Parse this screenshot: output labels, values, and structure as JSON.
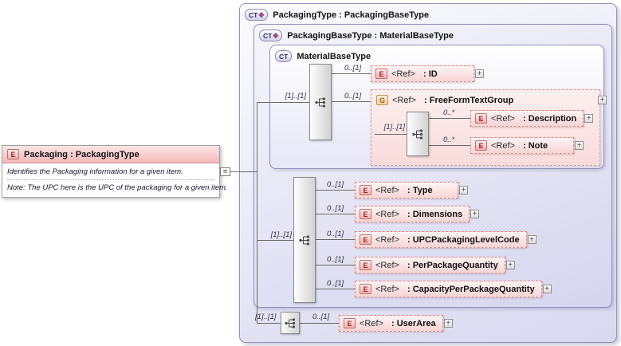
{
  "icons": {
    "complex_type": "◆",
    "expander": "+",
    "reference": "="
  },
  "colors": {
    "element_fill": "#f8d4d4",
    "element_border": "#d98c8c",
    "container_fill": "#d8d8f0",
    "container_border": "#9191bb",
    "group_fill": "#f9dcdc",
    "line": "#6a6a6a",
    "badge_element_text": "#a32020",
    "badge_group_text": "#b05a10"
  },
  "packaging": {
    "badge": "E",
    "title": "Packaging : PackagingType",
    "doc_lines": [
      "Identifies the Packaging information for a given item.",
      "Note: The UPC here is the UPC of the packaging for a given item."
    ]
  },
  "boxes": {
    "packaging_type": {
      "badge": "CT",
      "title": "PackagingType : PackagingBaseType"
    },
    "packaging_base_type": {
      "badge": "CT",
      "title": "PackagingBaseType : MaterialBaseType"
    },
    "material_base_type": {
      "badge": "CT",
      "title": "MaterialBaseType"
    }
  },
  "material_compositor": {
    "cardinality": "[1]..[1]"
  },
  "material_children": [
    {
      "cardinality": "0..[1]",
      "badge": "E",
      "ref": "<Ref>",
      "name": ": ID",
      "expander": "+"
    }
  ],
  "group": {
    "cardinality": "0..[1]",
    "badge": "G",
    "ref": "<Ref>",
    "name": ": FreeFormTextGroup",
    "expander": "+",
    "compositor": {
      "cardinality": "[1]..[1]"
    },
    "children": [
      {
        "cardinality": "0..*",
        "badge": "E",
        "ref": "<Ref>",
        "name": ": Description",
        "expander": "+"
      },
      {
        "cardinality": "0..*",
        "badge": "E",
        "ref": "<Ref>",
        "name": ": Note",
        "expander": "+"
      }
    ]
  },
  "base_compositor": {
    "cardinality": "[1]..[1]"
  },
  "base_children": [
    {
      "cardinality": "0..[1]",
      "badge": "E",
      "ref": "<Ref>",
      "name": ": Type",
      "expander": "+"
    },
    {
      "cardinality": "0..[1]",
      "badge": "E",
      "ref": "<Ref>",
      "name": ": Dimensions",
      "expander": "+"
    },
    {
      "cardinality": "0..[1]",
      "badge": "E",
      "ref": "<Ref>",
      "name": ": UPCPackagingLevelCode",
      "expander": "+"
    },
    {
      "cardinality": "0..[1]",
      "badge": "E",
      "ref": "<Ref>",
      "name": ": PerPackageQuantity",
      "expander": "+"
    },
    {
      "cardinality": "0..[1]",
      "badge": "E",
      "ref": "<Ref>",
      "name": ": CapacityPerPackageQuantity",
      "expander": "+"
    }
  ],
  "root_compositor": {
    "cardinality": "[1]..[1]"
  },
  "user_area": {
    "cardinality": "0..[1]",
    "badge": "E",
    "ref": "<Ref>",
    "name": ": UserArea",
    "expander": "+"
  }
}
